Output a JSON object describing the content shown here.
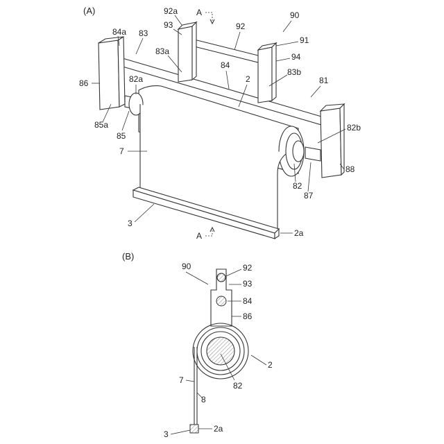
{
  "panel_a": {
    "label": "(A)",
    "section_mark_top": "A",
    "section_mark_bottom": "A",
    "callouts": [
      "84a",
      "83",
      "92a",
      "93",
      "92",
      "90",
      "91",
      "83a",
      "94",
      "86",
      "84",
      "2",
      "83b",
      "81",
      "82a",
      "85a",
      "85",
      "82b",
      "7",
      "88",
      "82",
      "87",
      "3",
      "2a"
    ]
  },
  "panel_b": {
    "label": "(B)",
    "callouts": [
      "90",
      "92",
      "93",
      "84",
      "86",
      "2",
      "82",
      "7",
      "8",
      "3",
      "2a"
    ]
  }
}
